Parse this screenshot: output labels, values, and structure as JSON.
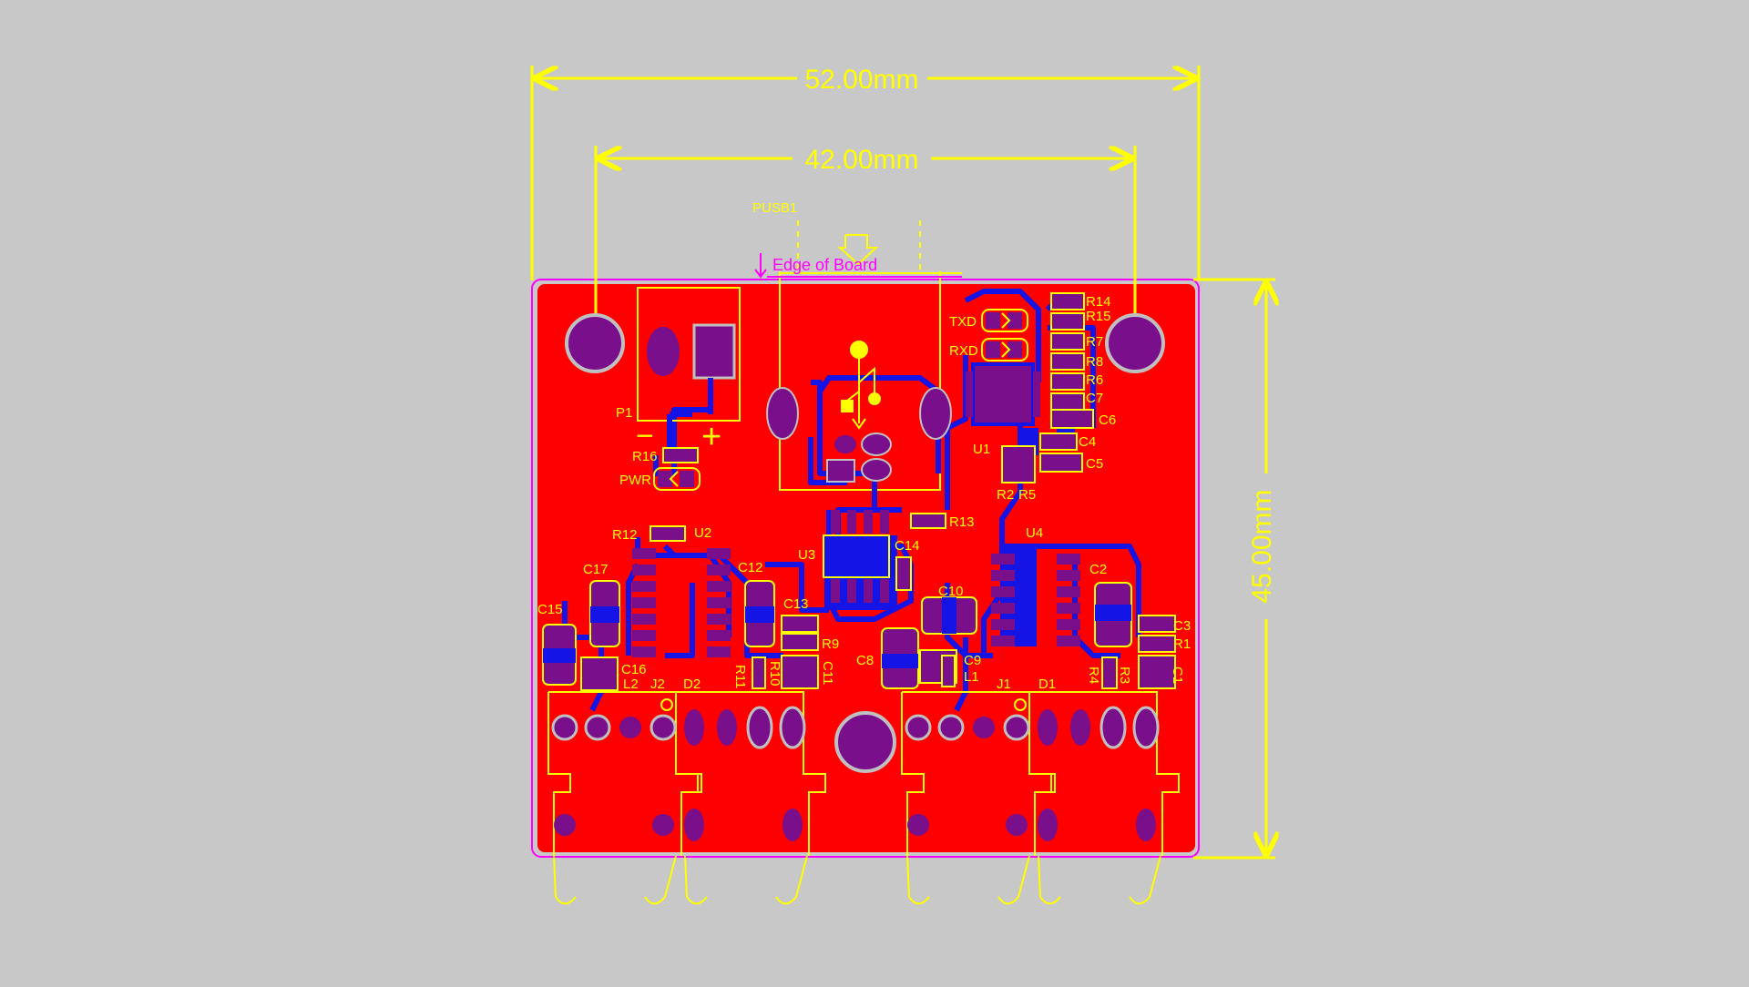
{
  "colors": {
    "background": "#c8c8c8",
    "copper_top": "#ff0000",
    "copper_bottom": "#1414e6",
    "pad": "#7a0f8c",
    "via_ring": "#c0c0c0",
    "silkscreen": "#ffff00",
    "board_outline": "#ff00ff"
  },
  "dimensions": {
    "width_outer": "52.00mm",
    "width_inner": "42.00mm",
    "height": "45.00mm"
  },
  "usb_label": "PUSB1",
  "edge_of_board_label": "Edge of Board",
  "connector_polarity": {
    "minus": "−",
    "plus": "+"
  },
  "component_labels": {
    "P1": "P1",
    "R16": "R16",
    "PWR": "PWR",
    "R12": "R12",
    "U2": "U2",
    "U3": "U3",
    "C17": "C17",
    "C12": "C12",
    "C15": "C15",
    "C13": "C13",
    "R9": "R9",
    "C16": "C16",
    "L2": "L2",
    "J2": "J2",
    "D2": "D2",
    "R11": "R11",
    "R10": "R10",
    "C11": "C11",
    "C14": "C14",
    "R13": "R13",
    "U1": "U1",
    "U4": "U4",
    "C10": "C10",
    "C9": "C9",
    "C8": "C8",
    "L1": "L1",
    "J1": "J1",
    "D1": "D1",
    "C2": "C2",
    "C3": "C3",
    "R1": "R1",
    "R4": "R4",
    "R3": "R3",
    "C1": "C1",
    "R14": "R14",
    "R15": "R15",
    "TXD": "TXD",
    "RXD": "RXD",
    "R7": "R7",
    "R8": "R8",
    "R6": "R6",
    "C7": "C7",
    "C6": "C6",
    "C4": "C4",
    "C5": "C5",
    "R2": "R2",
    "R5": "R5"
  }
}
